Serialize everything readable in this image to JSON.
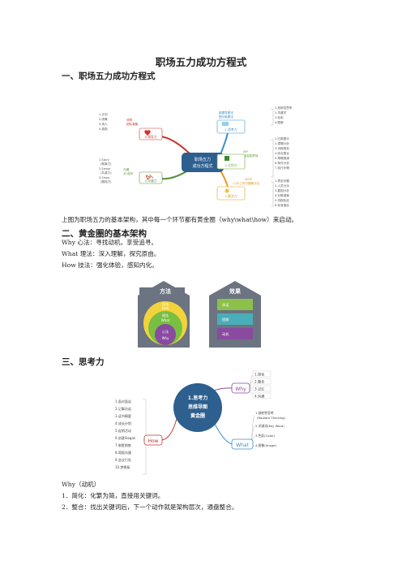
{
  "doc": {
    "title": "职场五力成功方程式",
    "s1_heading": "一、职场五力成功方程式",
    "s1_caption": "上图为职场五力的基本架构，其中每一个环节都有黄金圈（why\\what\\how）来启动。",
    "s2_heading": "二、黄金圈的基本架构",
    "s2_lines": [
      "Why  心法：寻找动机，享受追寻。",
      "What  理法：深入理解，探究原由。",
      "How  技法：强化体验，感知内化。"
    ],
    "s3_heading": "三、思考力",
    "s3_lines": [
      "Why（动机）",
      "1．简化：化繁为简，直接用关键词。",
      "2．整合：找出关键词后，下一个动作就是架构层次，通盘整合。"
    ]
  },
  "fig1": {
    "center": [
      "职场五力",
      "成功方程式"
    ],
    "left_top_list": [
      "1.计划",
      "2.统筹",
      "3.用人",
      "4.激励"
    ],
    "left_top_branch": [
      "领导",
      "团队凝聚"
    ],
    "left_top_node": "5.领导力",
    "left_bottom_list": [
      "1.Story",
      "(故事力)",
      "2.Sense",
      "(共感力)",
      "3.Show",
      "(展现力)"
    ],
    "left_bottom_branch": [
      "沟通",
      "3S法则"
    ],
    "left_bottom_node": "4.沟通力",
    "right_top_branch": [
      "脑图导图法",
      "图示脑图法"
    ],
    "right_top_node": "1.思考力",
    "right_top_list": [
      "1.放射性思考",
      "2.关键字",
      "3.色彩",
      "4.图像"
    ],
    "right_mid_branch": [
      "IMP",
      "七大黄金脑图思维"
    ],
    "right_mid_node": "2.企划力",
    "right_mid_list": [
      "1.归类图示",
      "2.逻辑分析",
      "3.流程规划",
      "4.综合整合",
      "5.策略推演",
      "6.条件分析",
      "7.执行步骤"
    ],
    "right_bot_branch": [
      "WISP",
      "六步工作问题解决法"
    ],
    "right_bot_node": "3.解决力",
    "right_bot_list": [
      "1.界定问题",
      "2.人员分派",
      "3.要因分析",
      "4.对策提案",
      "5.流程检定",
      "6.标准落实"
    ]
  },
  "fig2": {
    "method_label": "方法",
    "effect_label": "效果",
    "layers": [
      "技法",
      "How",
      "理法",
      "What",
      "心法",
      "Why"
    ],
    "effects": [
      "承诺",
      "理解",
      "动机"
    ]
  },
  "fig3": {
    "center": [
      "1.思考力",
      "思维导图",
      "黄金圈"
    ],
    "why_label": "Why",
    "why_items": [
      "1.简化",
      "2.整合",
      "3.记忆",
      "4.沟通"
    ],
    "what_label": "What",
    "what_items": [
      "1.放射性思考",
      "(Radiant Thinking)",
      "2.关键词(Key Word)",
      "3.色彩(Color)",
      "4.图像(Image)"
    ],
    "how_label": "How",
    "how_items": [
      "1.面对面谈",
      "2.记事访谈",
      "3.读书摘要",
      "4.成长计划",
      "5.促销活动",
      "6.创意Slogan",
      "7.制胜销售",
      "8.简报沟通",
      "9.会议引导",
      "10.梦想板"
    ]
  }
}
